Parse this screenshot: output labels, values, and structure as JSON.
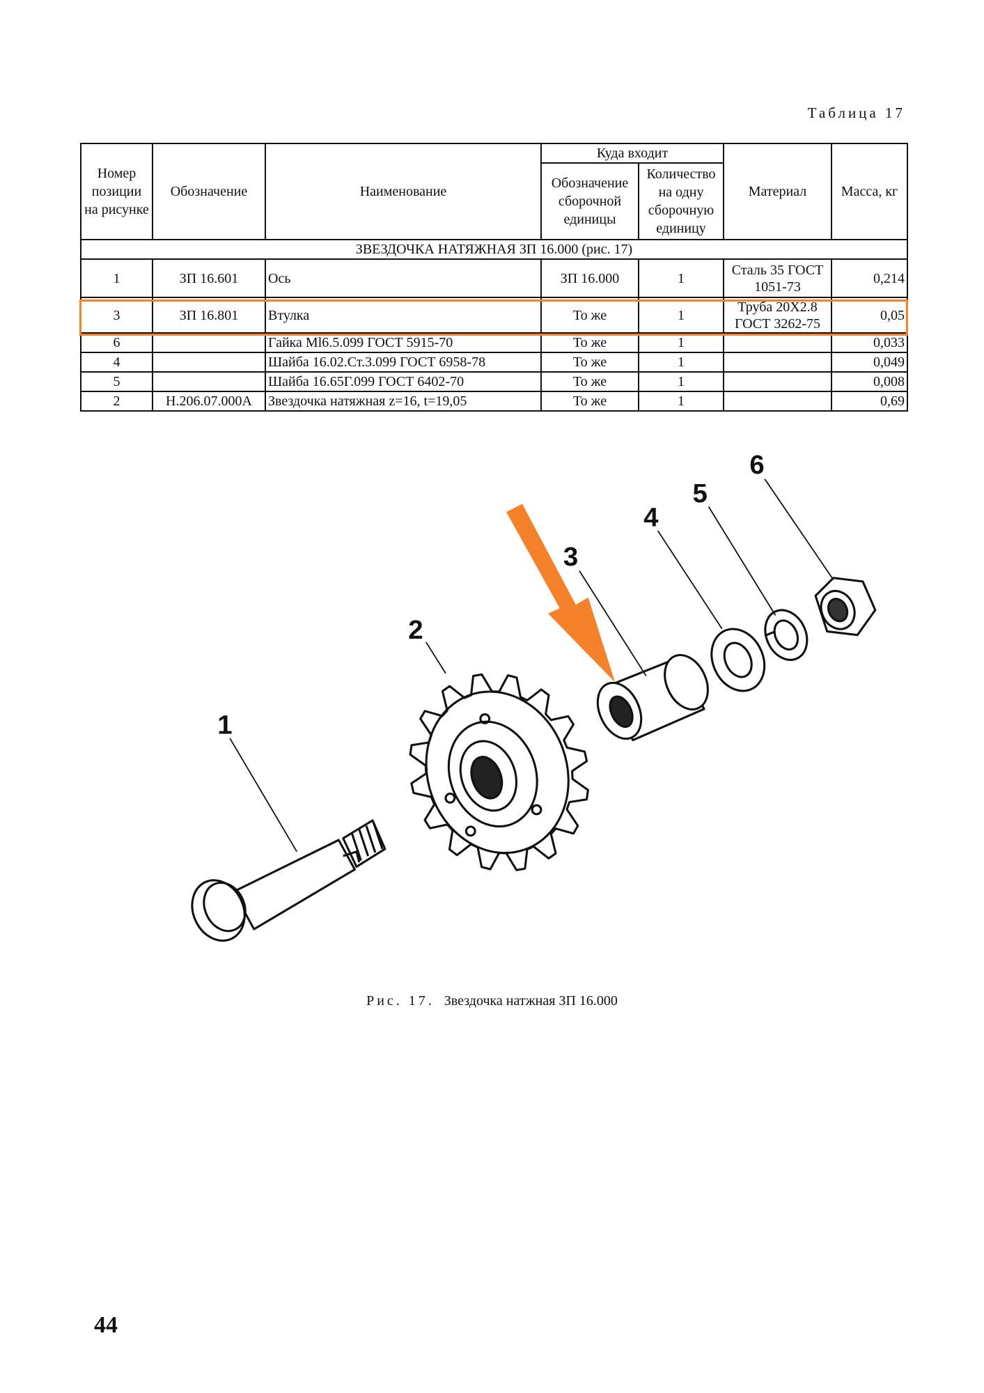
{
  "table_caption": "Таблица 17",
  "headers": {
    "position": "Номер позиции на рисунке",
    "designation": "Обозначение",
    "name": "Наименование",
    "where_used": "Куда входит",
    "assembly_designation": "Обозначение сборочной единицы",
    "qty_per_assembly": "Количество на одну сборочную единицу",
    "material": "Материал",
    "mass": "Масса, кг"
  },
  "section_title": "ЗВЕЗДОЧКА НАТЯЖНАЯ ЗП 16.000 (рис. 17)",
  "rows": [
    {
      "pos": "1",
      "designation": "ЗП 16.601",
      "name": "Ось",
      "assembly": "ЗП 16.000",
      "qty": "1",
      "material": "Сталь 35 ГОСТ 1051-73",
      "mass": "0,214"
    },
    {
      "pos": "3",
      "designation": "ЗП  16.801",
      "name": "Втулка",
      "assembly": "То же",
      "qty": "1",
      "material": "Труба 20Х2.8 ГОСТ 3262-75",
      "mass": "0,05",
      "highlighted": true
    },
    {
      "pos": "6",
      "designation": "",
      "name": "Гайка Мl6.5.099 ГОСТ 5915-70",
      "assembly": "То же",
      "qty": "1",
      "material": "",
      "mass": "0,033"
    },
    {
      "pos": "4",
      "designation": "",
      "name": "Шайба  16.02.Ст.3.099 ГОСТ 6958-78",
      "assembly": "То же",
      "qty": "1",
      "material": "",
      "mass": "0,049"
    },
    {
      "pos": "5",
      "designation": "",
      "name": "Шайба  16.65Г.099 ГОСТ 6402-70",
      "assembly": "То же",
      "qty": "1",
      "material": "",
      "mass": "0,008"
    },
    {
      "pos": "2",
      "designation": "Н.206.07.000А",
      "name": "Звездочка натяжная z=16, t=19,05",
      "assembly": "То же",
      "qty": "1",
      "material": "",
      "mass": "0,69"
    }
  ],
  "figure": {
    "labels": [
      "1",
      "2",
      "3",
      "4",
      "5",
      "6"
    ],
    "caption_prefix": "Рис. 17.",
    "caption": "Звездочка натжная ЗП 16.000",
    "highlight_color": "#f5822a"
  },
  "page_number": "44"
}
